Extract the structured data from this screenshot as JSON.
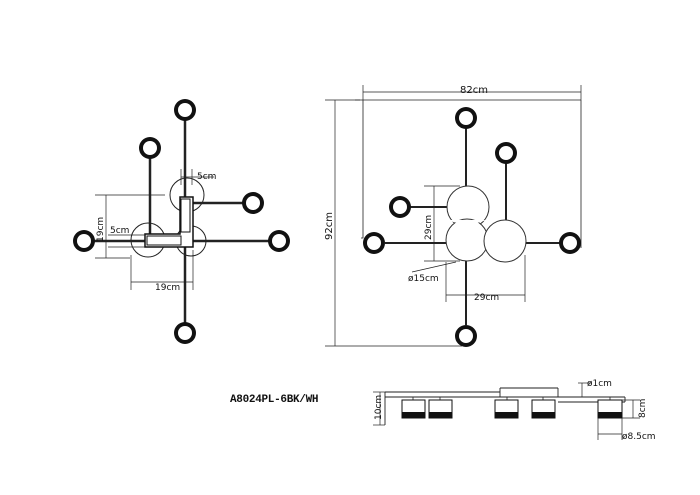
{
  "labels": {
    "width_total": "82cm",
    "height_total": "92cm",
    "dim_5cm_top": "5cm",
    "dim_5cm_left": "5cm",
    "dim_19cm_v": "19cm",
    "dim_19cm_h": "19cm",
    "dim_29cm_v": "29cm",
    "dim_29cm_h": "29cm",
    "dia_15cm": "ø15cm",
    "model": "A8024PL-6BK/WH",
    "dia_1cm": "ø1cm",
    "depth_10cm": "10cm",
    "height_8cm": "8cm",
    "dia_8_5cm": "ø8.5cm"
  },
  "colors": {
    "line": "#222222",
    "ring_outer": "#111111",
    "ring_inner": "#ffffff",
    "shade": "#111111"
  }
}
